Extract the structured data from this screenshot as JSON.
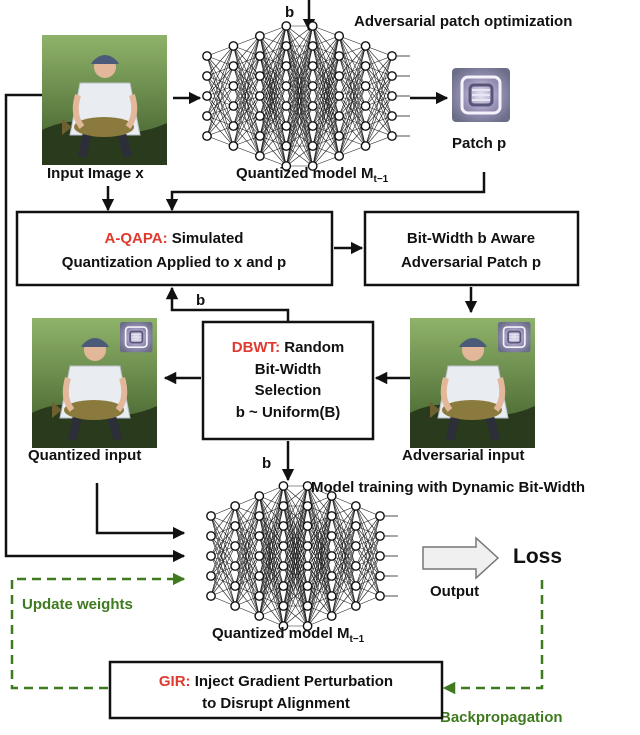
{
  "title": "Adversarial patch optimization",
  "b_labels": {
    "top": "b",
    "feedback": "b",
    "to_training": "b"
  },
  "input_image_label": "Input Image x",
  "quantized_model_top_label": "Quantized model M",
  "quantized_model_top_subscript": "t−1",
  "patch_label": "Patch p",
  "aqapa": {
    "name": "A-QAPA:",
    "line1_rest": " Simulated",
    "line2": "Quantization Applied to x and p"
  },
  "bitwidth_box": {
    "line1": "Bit-Width b Aware",
    "line2": "Adversarial Patch p"
  },
  "dbwt": {
    "name": "DBWT:",
    "line1_rest": " Random",
    "line2": "Bit-Width",
    "line3": "Selection",
    "line4": "b ~ Uniform(B)"
  },
  "quantized_input_label": "Quantized input",
  "adversarial_input_label": "Adversarial input",
  "training_label": "Model training with Dynamic Bit-Width",
  "output_label": "Output",
  "loss_label": "Loss",
  "update_weights_label": "Update weights",
  "quantized_model_bottom_label": "Quantized model M",
  "quantized_model_bottom_subscript": "t−1",
  "gir": {
    "name": "GIR:",
    "line1_rest": " Inject Gradient Perturbation",
    "line2": "to Disrupt Alignment"
  },
  "backprop_label": "Backpropagation",
  "colors": {
    "accent_red": "#e03a2f",
    "dashed_green": "#3f7a1e",
    "box_border": "#111111"
  },
  "icons": [
    "photo-person-fish",
    "neural-network",
    "adversarial-patch"
  ]
}
